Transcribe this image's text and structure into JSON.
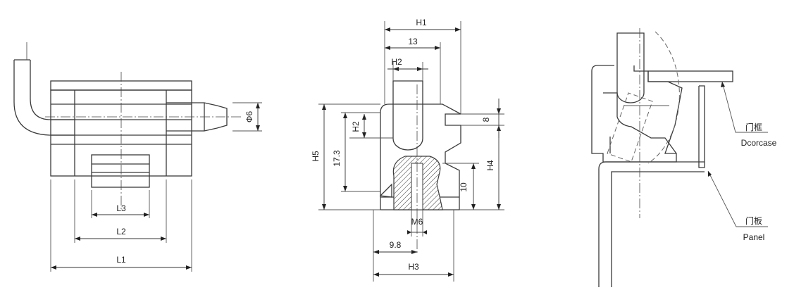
{
  "drawing": {
    "view1": {
      "L1": "L1",
      "L2": "L2",
      "L3": "L3",
      "phi6": "Φ6"
    },
    "view2": {
      "H1": "H1",
      "d13": "13",
      "H2_top": "H2",
      "H2_side": "H2",
      "d8": "8",
      "H5": "H5",
      "d17_3": "17.3",
      "H4": "H4",
      "d10": "10",
      "M6": "M6",
      "d9_8": "9.8",
      "H3": "H3"
    },
    "view3": {
      "frame_cn": "门框",
      "frame_en": "Dcorcase",
      "panel_cn": "门板",
      "panel_en": "Panel"
    }
  }
}
